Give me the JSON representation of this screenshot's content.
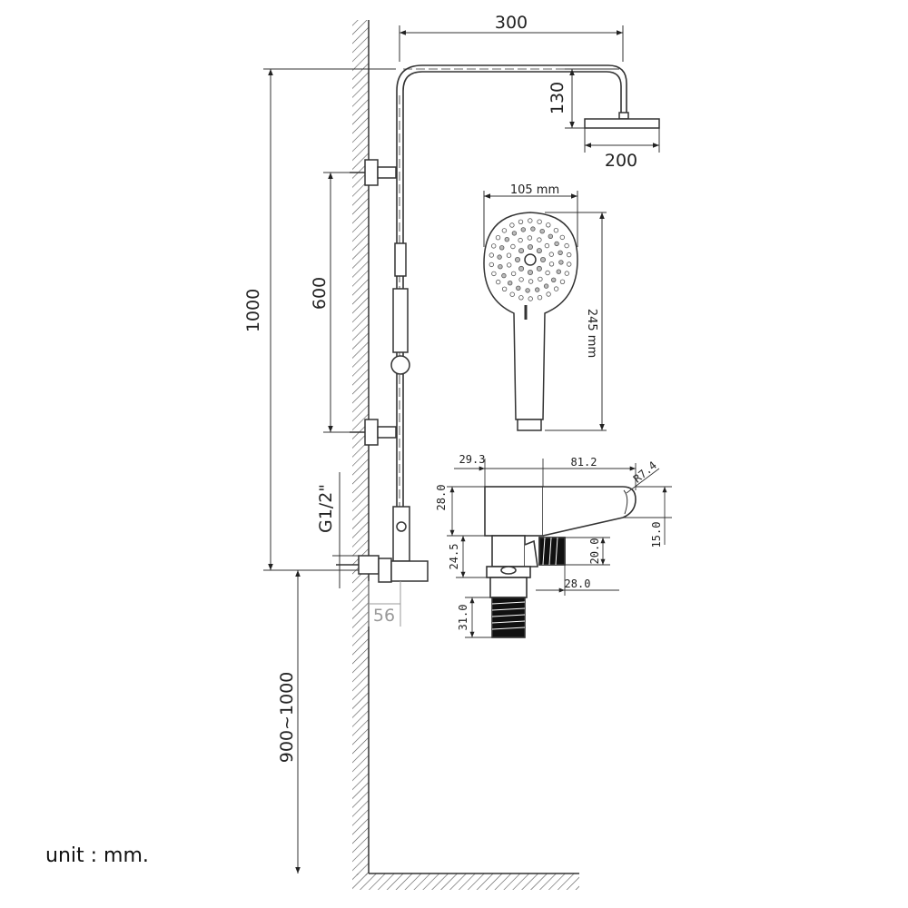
{
  "units_label": "unit : mm.",
  "main": {
    "arm_length": "300",
    "head_drop": "130",
    "head_diameter": "200",
    "total_height": "1000",
    "bracket_spacing": "600",
    "thread": "G1/2\"",
    "wall_offset": "56",
    "install_height": "900~1000"
  },
  "hand_shower": {
    "width": "105 mm",
    "length": "245 mm"
  },
  "valve": {
    "d1": "29.3",
    "d2": "81.2",
    "d3": "R7.4",
    "d4": "28.0",
    "d5": "15.0",
    "d6": "24.5",
    "d7": "20.0",
    "d8": "28.0",
    "d9": "31.0"
  },
  "colors": {
    "line": "#333333",
    "hatch": "#555555",
    "muted": "#999999"
  }
}
